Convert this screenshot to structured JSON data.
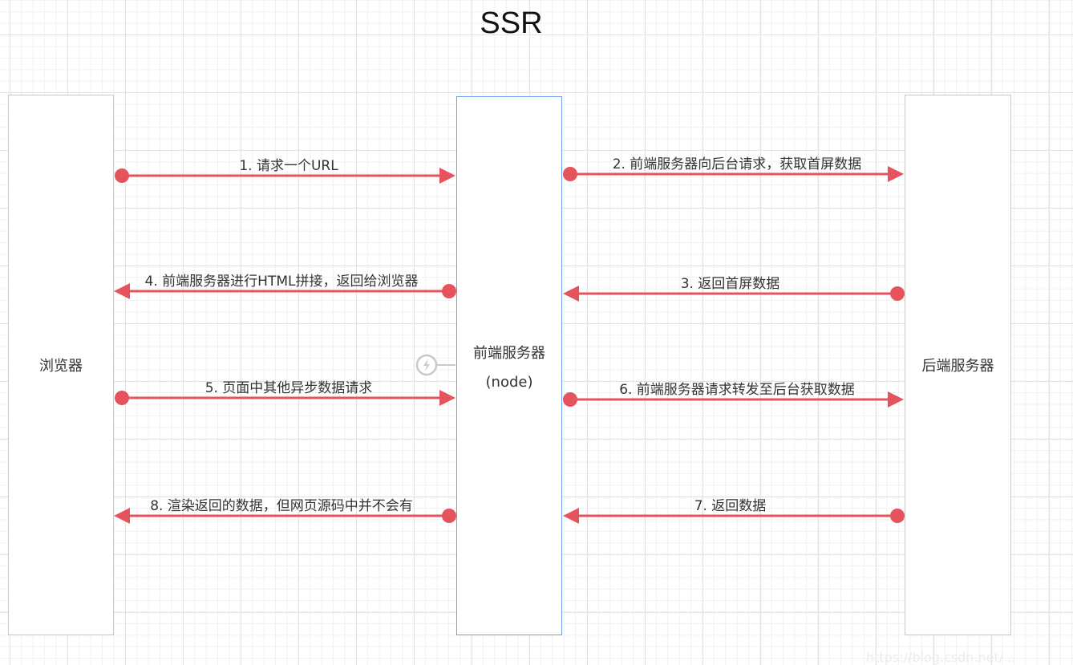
{
  "title": "SSR",
  "nodes": {
    "browser": {
      "label": "浏览器"
    },
    "frontend": {
      "label": "前端服务器",
      "sublabel": "(node)"
    },
    "backend": {
      "label": "后端服务器"
    }
  },
  "colors": {
    "arrow": "#e5545d",
    "frontend_border": "#6d9eeb",
    "box_border": "#c8c8c8"
  },
  "steps": [
    {
      "id": 1,
      "label": "1. 请求一个URL",
      "from": "browser",
      "to": "frontend"
    },
    {
      "id": 2,
      "label": "2. 前端服务器向后台请求，获取首屏数据",
      "from": "frontend",
      "to": "backend"
    },
    {
      "id": 3,
      "label": "3. 返回首屏数据",
      "from": "backend",
      "to": "frontend"
    },
    {
      "id": 4,
      "label": "4. 前端服务器进行HTML拼接，返回给浏览器",
      "from": "frontend",
      "to": "browser"
    },
    {
      "id": 5,
      "label": "5. 页面中其他异步数据请求",
      "from": "browser",
      "to": "frontend"
    },
    {
      "id": 6,
      "label": "6. 前端服务器请求转发至后台获取数据",
      "from": "frontend",
      "to": "backend"
    },
    {
      "id": 7,
      "label": "7. 返回数据",
      "from": "backend",
      "to": "frontend"
    },
    {
      "id": 8,
      "label": "8. 渲染返回的数据，但网页源码中并不会有",
      "from": "frontend",
      "to": "browser"
    }
  ],
  "watermark": "https://blog.csdn.net/..."
}
